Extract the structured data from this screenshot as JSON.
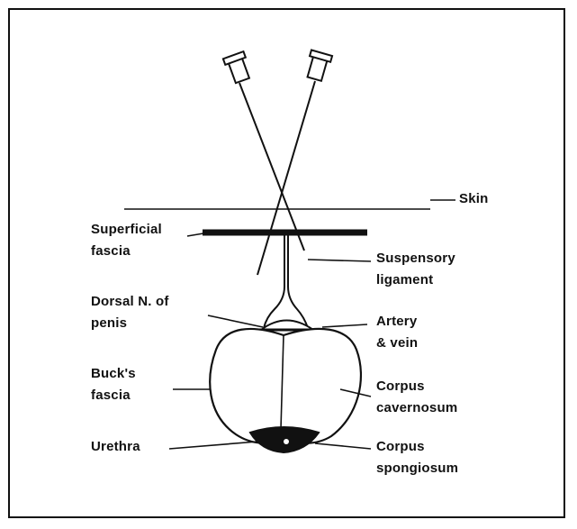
{
  "labels": {
    "skin": "Skin",
    "superficial_fascia_1": "Superficial",
    "superficial_fascia_2": "fascia",
    "suspensory_ligament_1": "Suspensory",
    "suspensory_ligament_2": "ligament",
    "dorsal_nerve_1": "Dorsal N. of",
    "dorsal_nerve_2": "penis",
    "artery_vein_1": "Artery",
    "artery_vein_2": "& vein",
    "bucks_fascia_1": "Buck's",
    "bucks_fascia_2": "fascia",
    "corpus_cavernosum_1": "Corpus",
    "corpus_cavernosum_2": "cavernosum",
    "urethra": "Urethra",
    "corpus_spongiosum_1": "Corpus",
    "corpus_spongiosum_2": "spongiosum"
  }
}
